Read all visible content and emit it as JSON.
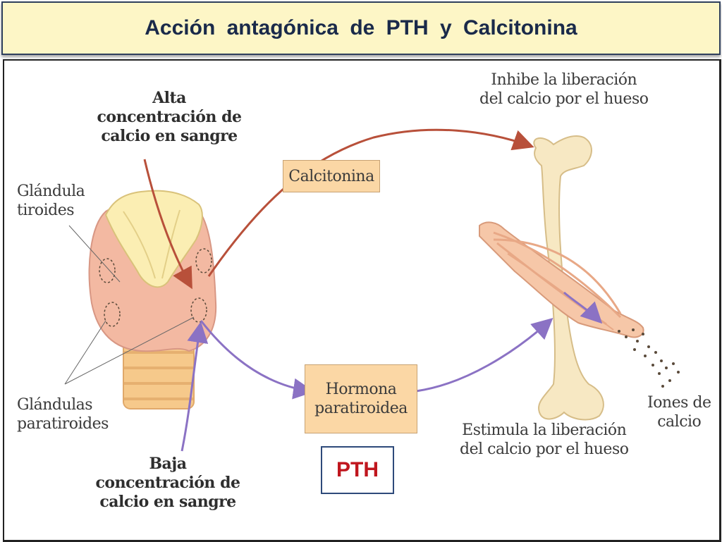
{
  "title": "Acción  antagónica  de  PTH  y  Calcitonina",
  "labels": {
    "high_calcium": [
      "Alta",
      "concentración de",
      "calcio en sangre"
    ],
    "low_calcium": [
      "Baja",
      "concentración de",
      "calcio en sangre"
    ],
    "thyroid_gland": [
      "Glándula",
      "tiroides"
    ],
    "parathyroid_glands": [
      "Glándulas",
      "paratiroides"
    ],
    "inhibits": [
      "Inhibe la liberación",
      "del calcio por el hueso"
    ],
    "stimulates": [
      "Estimula la liberación",
      "del calcio por el hueso"
    ],
    "calcium_ions": [
      "Iones de",
      "calcio"
    ]
  },
  "boxes": {
    "calcitonin": "Calcitonina",
    "parathyroid_hormone": [
      "Hormona",
      "paratiroidea"
    ],
    "pth": "PTH"
  },
  "colors": {
    "title_bg": "#fdf6c6",
    "calcitonin_arrow": "#b8503a",
    "pth_arrow": "#8b72c4",
    "box_fill": "#fbd7a5",
    "pth_text": "#c0161e",
    "thyroid": "#f3b9a2",
    "bone": "#f7e8c3"
  }
}
